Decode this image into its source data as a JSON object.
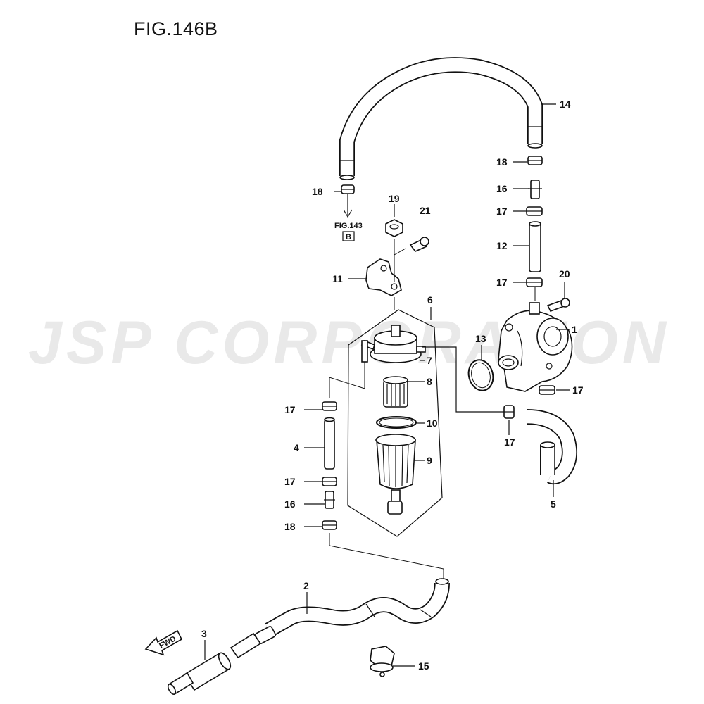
{
  "figure": {
    "title": "FIG.146B"
  },
  "watermark": {
    "text": "JSP CORPORATION"
  },
  "reference": {
    "fig_label": "FIG.143",
    "box_label": "B"
  },
  "fwd_label": "FWD",
  "callouts": {
    "c1": "1",
    "c2": "2",
    "c3": "3",
    "c4": "4",
    "c5": "5",
    "c6": "6",
    "c7": "7",
    "c8": "8",
    "c9": "9",
    "c10": "10",
    "c11": "11",
    "c12": "12",
    "c13": "13",
    "c14": "14",
    "c15": "15",
    "c16a": "16",
    "c16b": "16",
    "c17a": "17",
    "c17b": "17",
    "c17c": "17",
    "c17d": "17",
    "c17e": "17",
    "c17f": "17",
    "c18a": "18",
    "c18b": "18",
    "c18c": "18",
    "c19": "19",
    "c20": "20",
    "c21": "21"
  }
}
